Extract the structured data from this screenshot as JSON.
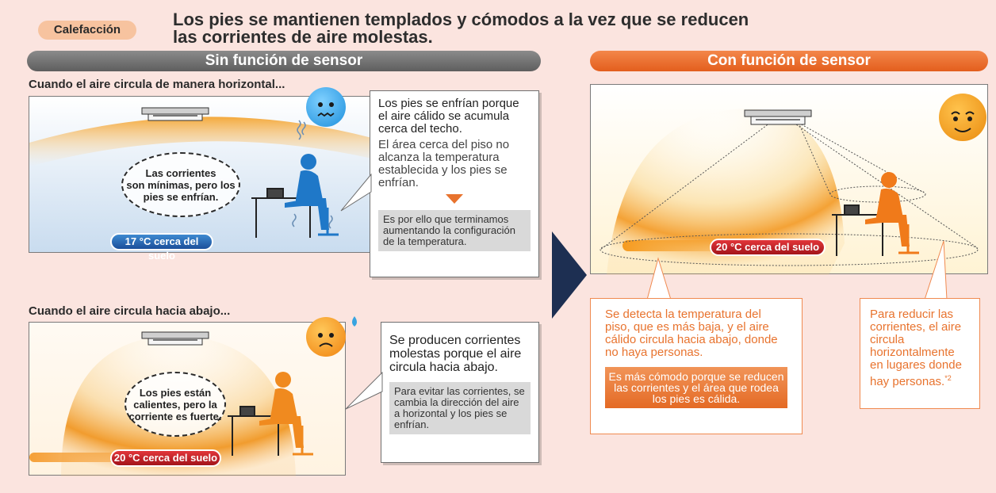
{
  "header": {
    "badge": "Calefacción",
    "headline_line1": "Los pies se mantienen templados y cómodos a la vez que se reducen",
    "headline_line2": "las corrientes de aire molestas."
  },
  "left": {
    "bar_title": "Sin función de sensor",
    "case1": {
      "caption": "Cuando el aire circula de manera horizontal...",
      "bubble": "Las corrientes\nson mínimas, pero los\npies se enfrían.",
      "temp": "17 °C cerca del suelo",
      "callout_p1": "Los pies se enfrían porque el aire cálido se acumula cerca del techo.",
      "callout_p2": "El área cerca del piso no alcanza la temperatura establecida y los pies se enfrían.",
      "callout_gray": "Es por ello que terminamos aumentando la configuración de la temperatura."
    },
    "case2": {
      "caption": "Cuando el aire circula hacia abajo...",
      "bubble": "Los pies están\ncalientes, pero la\ncorriente es fuerte.",
      "temp": "20 °C cerca del suelo",
      "callout_p1": "Se producen corrientes molestas porque el aire circula hacia abajo.",
      "callout_gray": "Para evitar las corrientes, se cambia la dirección del aire a horizontal y los pies se enfrían."
    }
  },
  "right": {
    "bar_title": "Con función de sensor",
    "temp": "20 °C cerca del suelo",
    "box1_text": "Se detecta la temperatura del piso, que es más baja, y el aire cálido circula hacia abajo, donde no haya personas.",
    "box1_inner": "Es más cómodo porque se reducen las corrientes y el área que rodea los pies es cálida.",
    "box2_text": "Para reducir las corrientes, el aire circula horizontalmente en lugares donde hay personas.",
    "box2_note": "*2"
  },
  "colors": {
    "orange_accent": "#e35e1d",
    "gray_bar": "#6f6f6f",
    "cold_blue": "#1b4f9a",
    "warm_red": "#a3141a",
    "background": "#fbe4df"
  }
}
